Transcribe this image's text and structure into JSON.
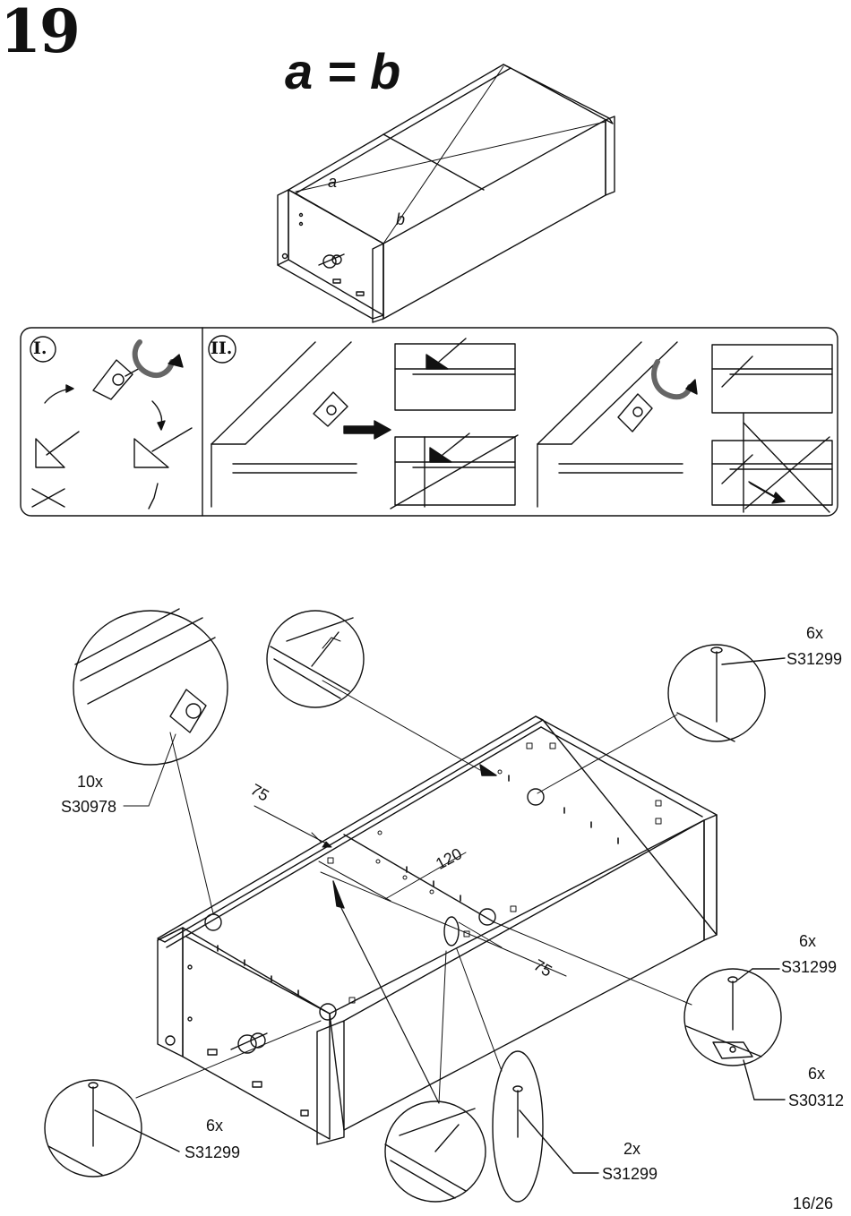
{
  "header": {
    "step_number": "19",
    "equation": "a = b"
  },
  "top_figure": {
    "diag_a": "a",
    "diag_b": "b"
  },
  "instruction_panel": {
    "step_i": "I.",
    "step_ii": "II."
  },
  "main_figure": {
    "callouts": {
      "cam_fitting": {
        "qty": "10x",
        "code": "S30978"
      },
      "nail_top_right": {
        "qty": "6x",
        "code": "S31299"
      },
      "nail_right": {
        "qty": "6x",
        "code": "S31299"
      },
      "plate_right": {
        "qty": "6x",
        "code": "S30312"
      },
      "nail_bottom_left": {
        "qty": "6x",
        "code": "S31299"
      },
      "nail_bottom_center": {
        "qty": "2x",
        "code": "S31299"
      }
    },
    "dimensions": {
      "left_offset": "75",
      "spacing": "120",
      "right_offset": "75"
    }
  },
  "footer": {
    "page": "16/26"
  }
}
